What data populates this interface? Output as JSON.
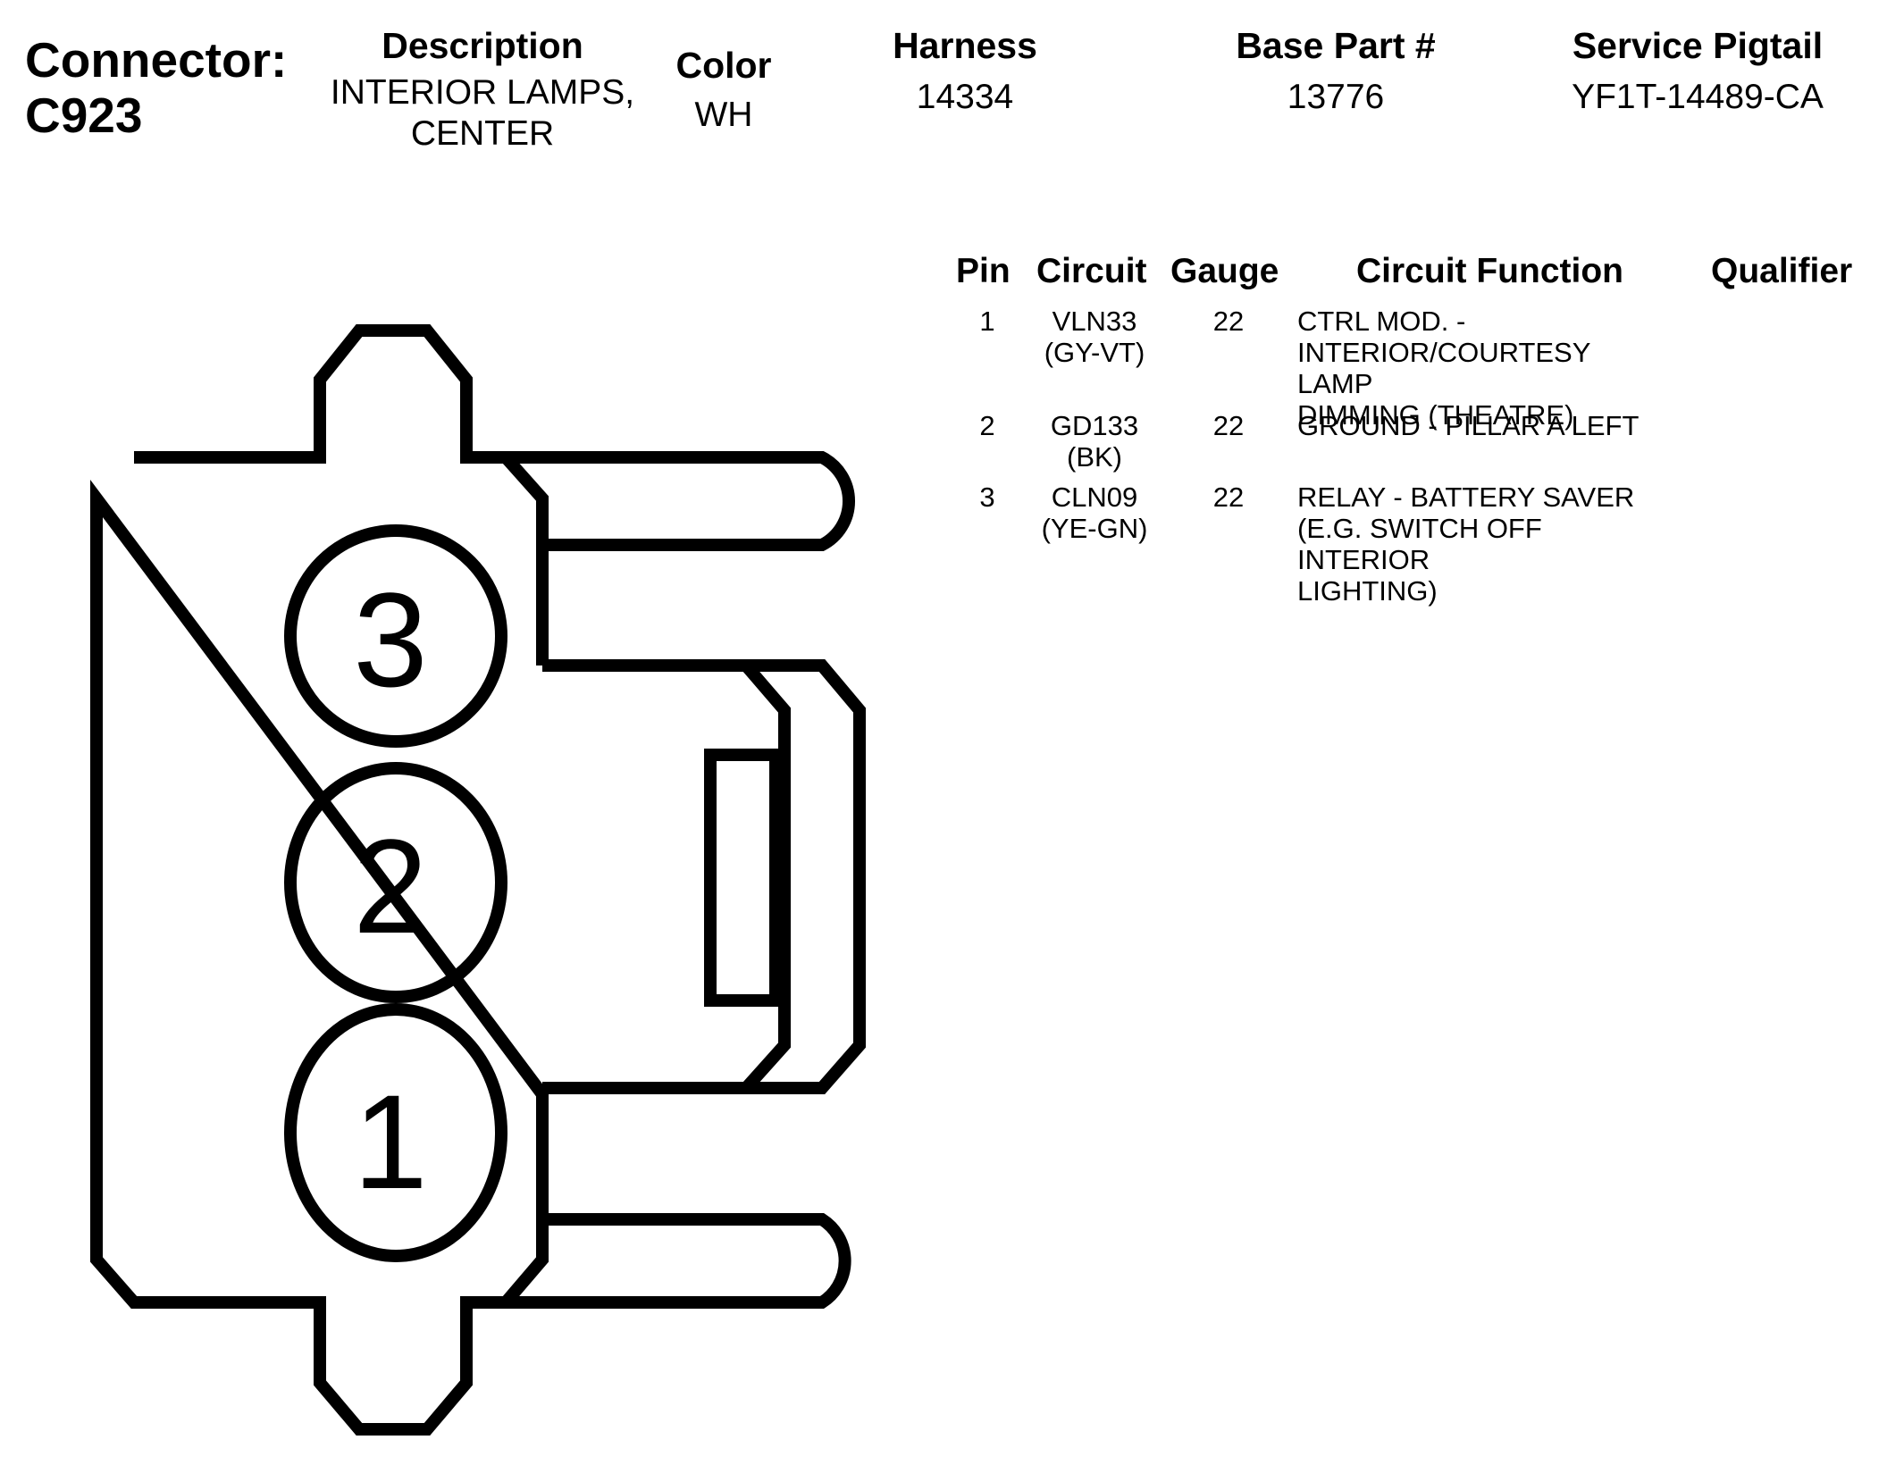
{
  "connector": {
    "label": "Connector:",
    "id": "C923"
  },
  "header": {
    "description": {
      "label": "Description",
      "value_line1": "INTERIOR LAMPS,",
      "value_line2": "CENTER"
    },
    "color": {
      "label": "Color",
      "value": "WH"
    },
    "harness": {
      "label": "Harness",
      "value": "14334"
    },
    "base_part": {
      "label": "Base Part #",
      "value": "13776"
    },
    "service_pigtail": {
      "label": "Service Pigtail",
      "value": "YF1T-14489-CA"
    }
  },
  "pin_table": {
    "columns": {
      "pin": "Pin",
      "circuit": "Circuit",
      "gauge": "Gauge",
      "function": "Circuit Function",
      "qualifier": "Qualifier"
    },
    "rows": [
      {
        "pin": "1",
        "circuit": "VLN33",
        "circuit_color": "(GY-VT)",
        "gauge": "22",
        "function": [
          "CTRL MOD. -",
          "INTERIOR/COURTESY LAMP",
          "DIMMING (THEATRE)"
        ],
        "qualifier": ""
      },
      {
        "pin": "2",
        "circuit": "GD133",
        "circuit_color": "(BK)",
        "gauge": "22",
        "function": [
          "GROUND - PILLAR A LEFT"
        ],
        "qualifier": ""
      },
      {
        "pin": "3",
        "circuit": "CLN09",
        "circuit_color": "(YE-GN)",
        "gauge": "22",
        "function": [
          "RELAY - BATTERY SAVER",
          "(E.G. SWITCH OFF INTERIOR",
          "LIGHTING)"
        ],
        "qualifier": ""
      }
    ]
  },
  "diagram": {
    "pin_labels": [
      "3",
      "2",
      "1"
    ],
    "stroke_color": "#000000"
  }
}
